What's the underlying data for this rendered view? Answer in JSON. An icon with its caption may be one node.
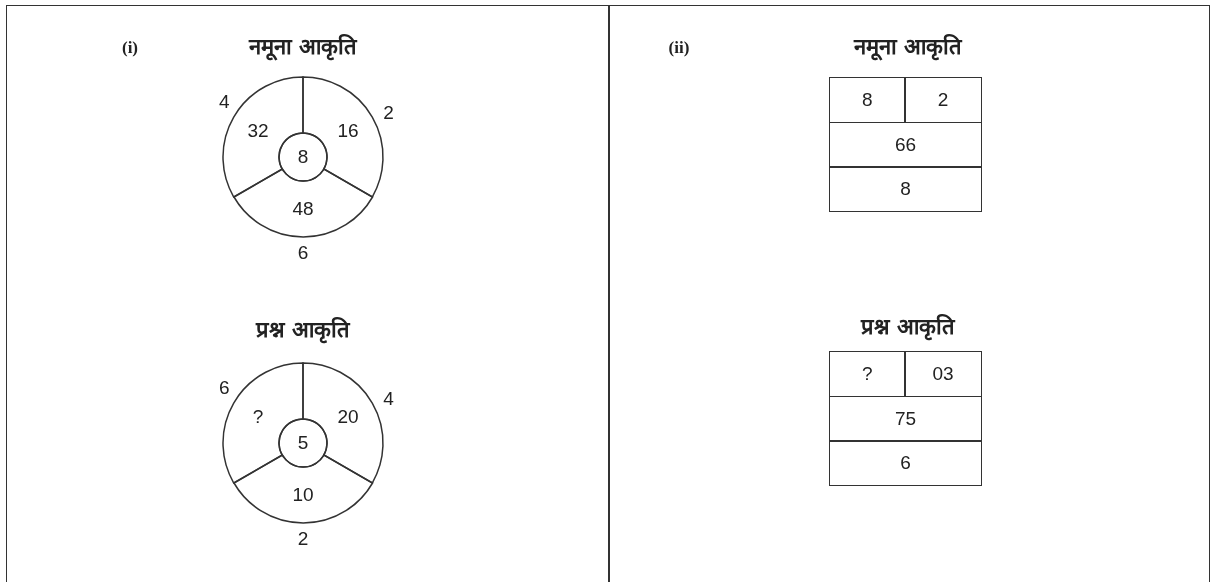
{
  "diagram": {
    "nodes": [
      {
        "text": [
          "32"
        ],
        "beside": [
          "4"
        ]
      },
      {
        "text": [
          "16"
        ],
        "beside": [
          "2"
        ]
      },
      {
        "text": [
          "8"
        ]
      },
      {
        "text": [
          "48"
        ],
        "beside": [
          "6"
        ]
      },
      {
        "text": [
          "?"
        ],
        "beside": [
          "6"
        ]
      },
      {
        "text": [
          "20"
        ],
        "beside": [
          "4"
        ]
      },
      {
        "text": [
          "5"
        ]
      },
      {
        "text": [
          "10"
        ],
        "beside": [
          "2"
        ]
      },
      {
        "text": [
          "8"
        ]
      },
      {
        "text": [
          "2"
        ]
      },
      {
        "text": [
          "66"
        ]
      },
      {
        "text": [
          "8"
        ]
      },
      {
        "text": [
          "?"
        ]
      },
      {
        "text": [
          "03"
        ]
      },
      {
        "text": [
          "75"
        ]
      },
      {
        "text": [
          "6"
        ]
      }
    ],
    "labels": [
      "(i)",
      "नमूना आकृति",
      "प्रश्न आकृति",
      "(ii)",
      "नमूना आकृति",
      "प्रश्न आकृति"
    ]
  }
}
